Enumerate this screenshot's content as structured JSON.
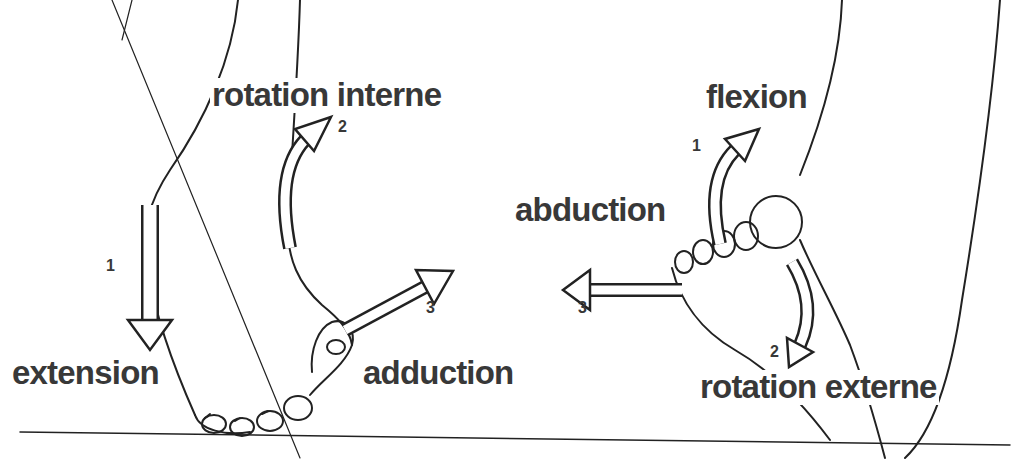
{
  "diagram": {
    "labels": [
      "rotation interne",
      "2",
      "flexion",
      "1",
      "abduction",
      "3",
      "1",
      "3",
      "extension",
      "adduction",
      "2",
      "rotation externe"
    ]
  }
}
